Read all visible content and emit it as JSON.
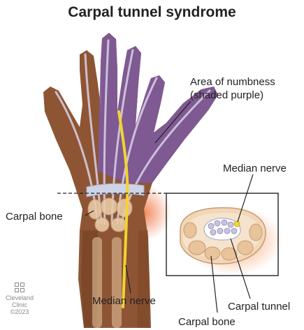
{
  "title": "Carpal tunnel syndrome",
  "labels": {
    "numbness": "Area of numbness (shaded purple)",
    "median_nerve_inset": "Median nerve",
    "carpal_bone_left": "Carpal bone",
    "median_nerve_bottom": "Median nerve",
    "carpal_tunnel": "Carpal tunnel",
    "carpal_bone_bottom": "Carpal bone"
  },
  "logo": {
    "line1": "Cleveland",
    "line2": "Clinic",
    "line3": "©2023"
  },
  "colors": {
    "skin": "#8e5534",
    "skin_dark": "#6f3e22",
    "numbness": "#7d5a9c",
    "tendon": "#d9d2ea",
    "nerve": "#f0d430",
    "bone": "#e8c9a4",
    "inflammation": "#f0703c"
  }
}
